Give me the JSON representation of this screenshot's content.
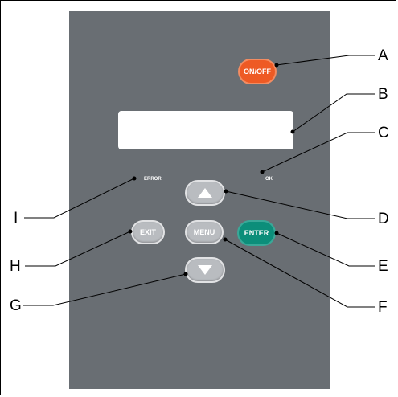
{
  "buttons": {
    "onoff": "ON/OFF",
    "exit": "EXIT",
    "menu": "MENU",
    "enter": "ENTER"
  },
  "indicators": {
    "error": "ERROR",
    "ok": "OK"
  },
  "callouts": [
    "A",
    "B",
    "C",
    "D",
    "E",
    "F",
    "G",
    "H",
    "I"
  ],
  "icons": {
    "up": "arrow-up-icon",
    "down": "arrow-down-icon"
  },
  "colors": {
    "panel": "#696e73",
    "onoff": "#ee5a24",
    "enter": "#0c8e7a",
    "grey_button": "#b9bcc0"
  }
}
